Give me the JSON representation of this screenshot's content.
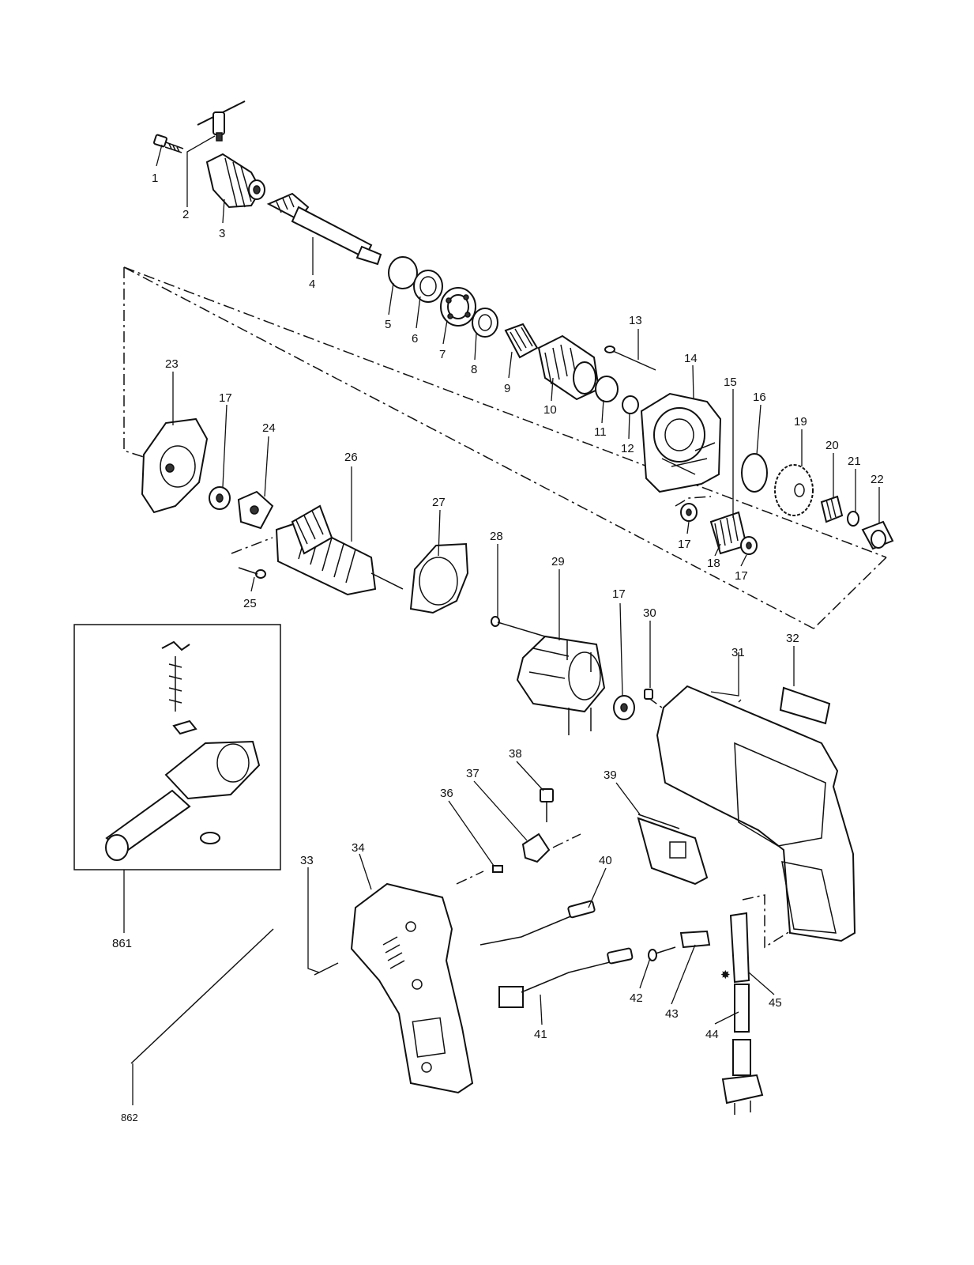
{
  "callouts": {
    "c1": "1",
    "c2": "2",
    "c3": "3",
    "c4": "4",
    "c5": "5",
    "c6": "6",
    "c7": "7",
    "c8": "8",
    "c9": "9",
    "c10": "10",
    "c11": "11",
    "c12": "12",
    "c13": "13",
    "c14": "14",
    "c15": "15",
    "c16": "16",
    "c17a": "17",
    "c17b": "17",
    "c17c": "17",
    "c17d": "17",
    "c18": "18",
    "c19": "19",
    "c20": "20",
    "c21": "21",
    "c22": "22",
    "c23": "23",
    "c24": "24",
    "c25": "25",
    "c26": "26",
    "c27": "27",
    "c28": "28",
    "c29": "29",
    "c30": "30",
    "c31": "31",
    "c32": "32",
    "c33": "33",
    "c34": "34",
    "c36": "36",
    "c37": "37",
    "c38": "38",
    "c39": "39",
    "c40": "40",
    "c41": "41",
    "c42": "42",
    "c43": "43",
    "c44": "44",
    "c45": "45",
    "c861": "861",
    "c862": "862"
  }
}
